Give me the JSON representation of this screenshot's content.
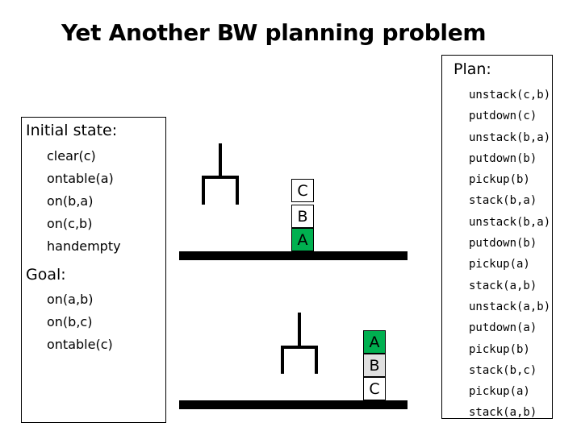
{
  "title": "Yet Another BW planning problem",
  "initial_state": {
    "heading": "Initial state:",
    "facts": [
      "clear(c)",
      "ontable(a)",
      "on(b,a)",
      "on(c,b)",
      "handempty"
    ]
  },
  "goal": {
    "heading": "Goal:",
    "facts": [
      "on(a,b)",
      "on(b,c)",
      "ontable(c)"
    ]
  },
  "plan": {
    "heading": "Plan:",
    "steps": [
      "unstack(c,b)",
      "putdown(c)",
      "unstack(b,a)",
      "putdown(b)",
      "pickup(b)",
      "stack(b,a)",
      "unstack(b,a)",
      "putdown(b)",
      "pickup(a)",
      "stack(a,b)",
      "unstack(a,b)",
      "putdown(a)",
      "pickup(b)",
      "stack(b,c)",
      "pickup(a)",
      "stack(a,b)"
    ]
  },
  "initial_stack": {
    "blocks": [
      "C",
      "B",
      "A"
    ],
    "colors": [
      "#ffffff",
      "#ffffff",
      "#00b050"
    ]
  },
  "goal_stack": {
    "blocks": [
      "A",
      "B",
      "C"
    ],
    "colors": [
      "#00b050",
      "#e0e0e0",
      "#ffffff"
    ]
  }
}
